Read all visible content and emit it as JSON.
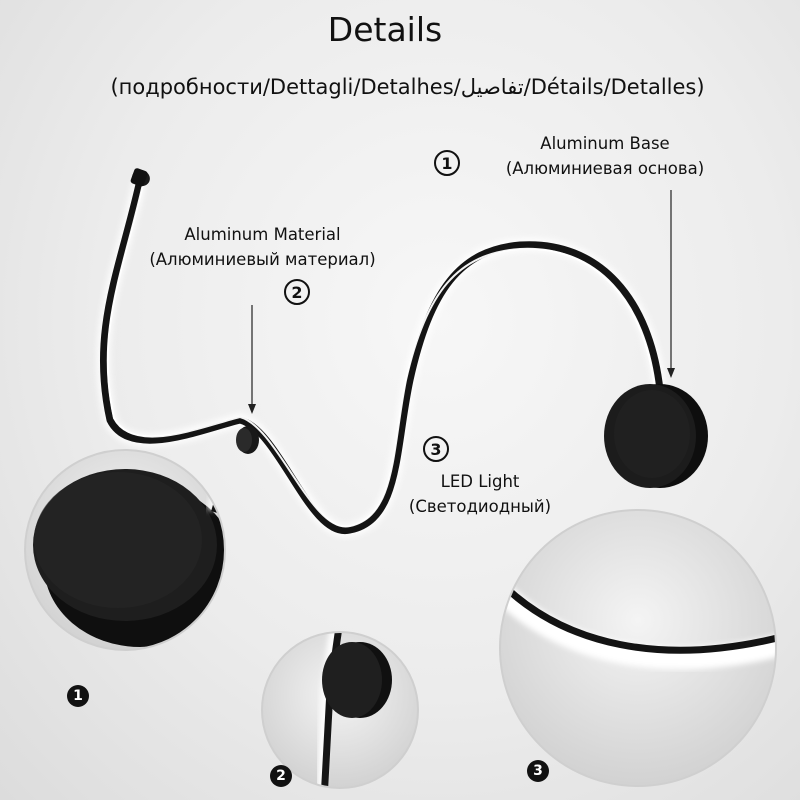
{
  "header": {
    "title": "Details",
    "subtitle": "(подробности/Dettagli/Detalhes/تفاصيل/Détails/Detalles)"
  },
  "callouts": {
    "base": {
      "number": "1",
      "name": "Aluminum Base",
      "translation": "(Алюминиевая основа)"
    },
    "material": {
      "number": "2",
      "name": "Aluminum Material",
      "translation": "(Алюминиевый материал)"
    },
    "led": {
      "number": "3",
      "name": "LED Light",
      "translation": "(Светодиодный)"
    }
  },
  "detail_views": [
    {
      "number": "1"
    },
    {
      "number": "2"
    },
    {
      "number": "3"
    }
  ],
  "colors": {
    "lamp_body": "#141414",
    "led_glow": "#ffffff",
    "background": "#ececec",
    "text": "#111111"
  },
  "icons": [
    "wall-lamp-illustration",
    "zoom-circle-base",
    "zoom-circle-joint",
    "zoom-circle-led"
  ]
}
